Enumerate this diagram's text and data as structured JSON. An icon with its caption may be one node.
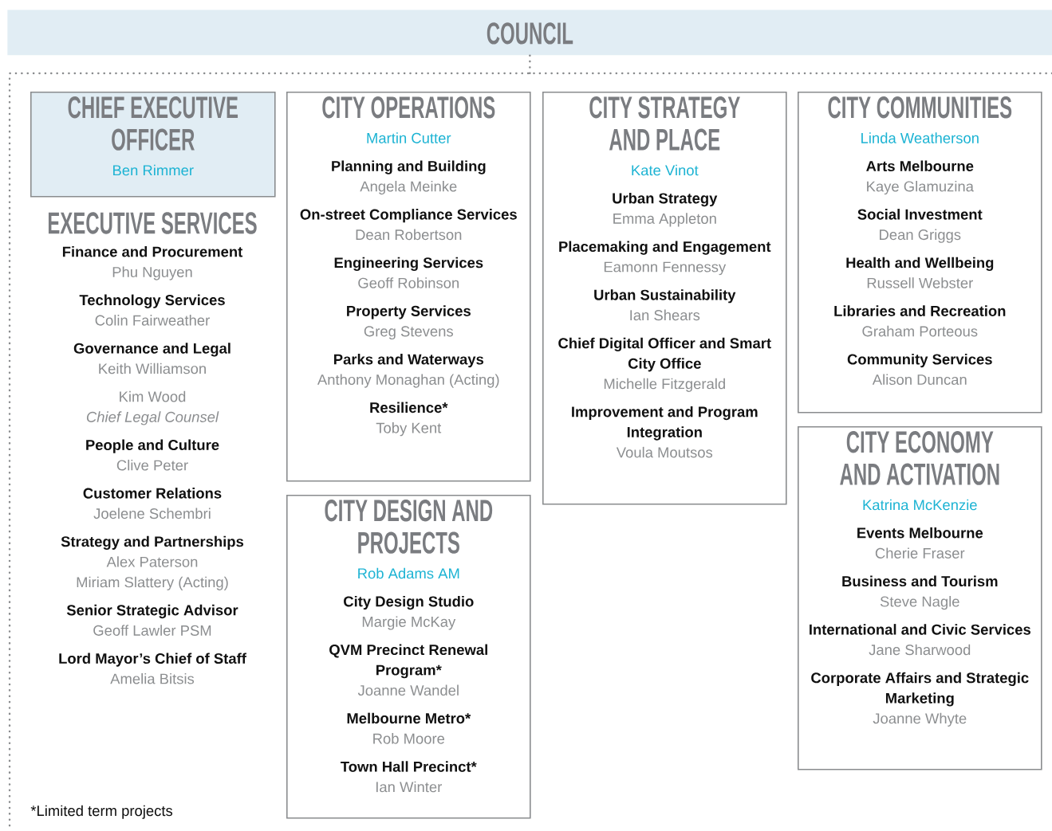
{
  "diagram": {
    "nodes": [
      {
        "text": [
          "COUNCIL"
        ]
      },
      {
        "text": [
          "CHIEF EXECUTIVE OFFICER",
          "Ben Rimmer"
        ]
      },
      {
        "text": [
          "CITY OPERATIONS",
          "Martin Cutter",
          "Planning and Building",
          "Angela Meinke",
          "On-street Compliance Services",
          "Dean Robertson",
          "Engineering Services",
          "Geoff Robinson",
          "Property Services",
          "Greg Stevens",
          "Parks and Waterways",
          "Anthony Monaghan (Acting)",
          "Resilience*",
          "Toby Kent"
        ]
      },
      {
        "text": [
          "CITY DESIGN AND PROJECTS",
          "Rob Adams AM",
          "City Design Studio",
          "Margie McKay",
          "QVM Precinct Renewal Program*",
          "Joanne Wandel",
          "Melbourne Metro*",
          "Rob Moore",
          "Town Hall Precinct*",
          "Ian Winter"
        ]
      },
      {
        "text": [
          "CITY STRATEGY AND PLACE",
          "Kate Vinot",
          "Urban Strategy",
          "Emma Appleton",
          "Placemaking and Engagement",
          "Eamonn Fennessy",
          "Urban Sustainability",
          "Ian Shears",
          "Chief Digital Officer and Smart City Office",
          "Michelle Fitzgerald",
          "Improvement and Program Integration",
          "Voula Moutsos"
        ]
      },
      {
        "text": [
          "CITY COMMUNITIES",
          "Linda Weatherson",
          "Arts Melbourne",
          "Kaye Glamuzina",
          "Social Investment",
          "Dean Griggs",
          "Health and Wellbeing",
          "Russell Webster",
          "Libraries and Recreation",
          "Graham Porteous",
          "Community Services",
          "Alison Duncan"
        ]
      },
      {
        "text": [
          "CITY ECONOMY AND ACTIVATION",
          "Katrina McKenzie",
          "Events Melbourne",
          "Cherie Fraser",
          "Business and Tourism",
          "Steve Nagle",
          "International and Civic Services",
          "Jane Sharwood",
          "Corporate Affairs and Strategic Marketing",
          "Joanne Whyte"
        ]
      }
    ],
    "labels": [
      "EXECUTIVE SERVICES",
      "Finance and Procurement",
      "Phu Nguyen",
      "Technology Services",
      "Colin Fairweather",
      "Governance and Legal",
      "Keith Williamson",
      "Kim Wood",
      "Chief Legal Counsel",
      "People and Culture",
      "Clive Peter",
      "Customer Relations",
      "Joelene Schembri",
      "Strategy and Partnerships",
      "Alex Paterson",
      "Miriam Slattery (Acting)",
      "Senior Strategic Advisor",
      "Geoff Lawler PSM",
      "Lord Mayor’s Chief of Staff",
      "Amelia Bitsis",
      "*Limited term projects"
    ]
  }
}
